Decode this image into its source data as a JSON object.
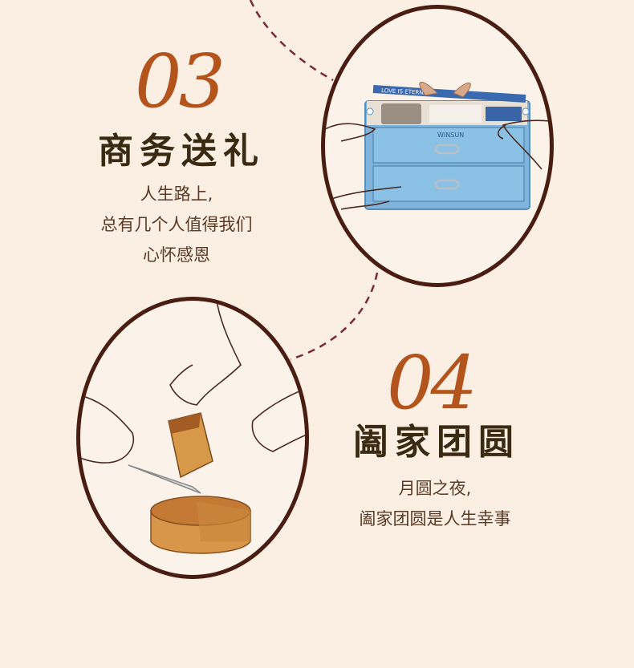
{
  "section_03": {
    "number": "03",
    "title": "商务送礼",
    "desc": [
      "人生路上,",
      "总有几个人值得我们",
      "心怀感恩"
    ],
    "image": {
      "alt": "hands-holding-blue-gift-box",
      "brand_text": "WINSUN",
      "ribbon_text": "LOVE IS ETERNAL"
    }
  },
  "section_04": {
    "number": "04",
    "title": "阖家团圆",
    "desc": [
      "月圆之夜,",
      "阖家团圆是人生幸事"
    ],
    "image": {
      "alt": "hands-cutting-mooncake"
    }
  },
  "colors": {
    "background": "#fbeee2",
    "number": "#b4541d",
    "title": "#3a2a12",
    "desc": "#5a3a26",
    "oval_border": "#4a1d12",
    "dashed_line": "#7a2a35",
    "box_blue": "#7fb4dc",
    "mooncake": "#c98a3c"
  }
}
